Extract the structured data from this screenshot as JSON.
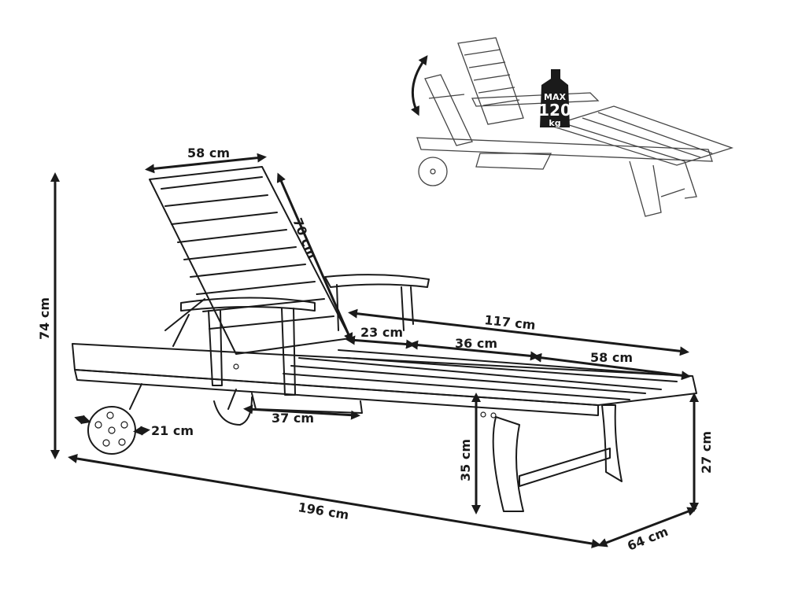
{
  "dimensions": {
    "backrest_width": "58 cm",
    "backrest_length": "70 cm",
    "total_height": "74 cm",
    "seat_length": "117 cm",
    "seg_1": "23 cm",
    "seg_2": "36 cm",
    "seg_3": "58 cm",
    "tray_width": "37 cm",
    "wheel_diameter": "21 cm",
    "seat_height": "35 cm",
    "foot_height": "27 cm",
    "total_length": "196 cm",
    "total_width": "64 cm"
  },
  "load_badge": {
    "line1": "MAX",
    "line2": "120",
    "line3": "kg"
  }
}
